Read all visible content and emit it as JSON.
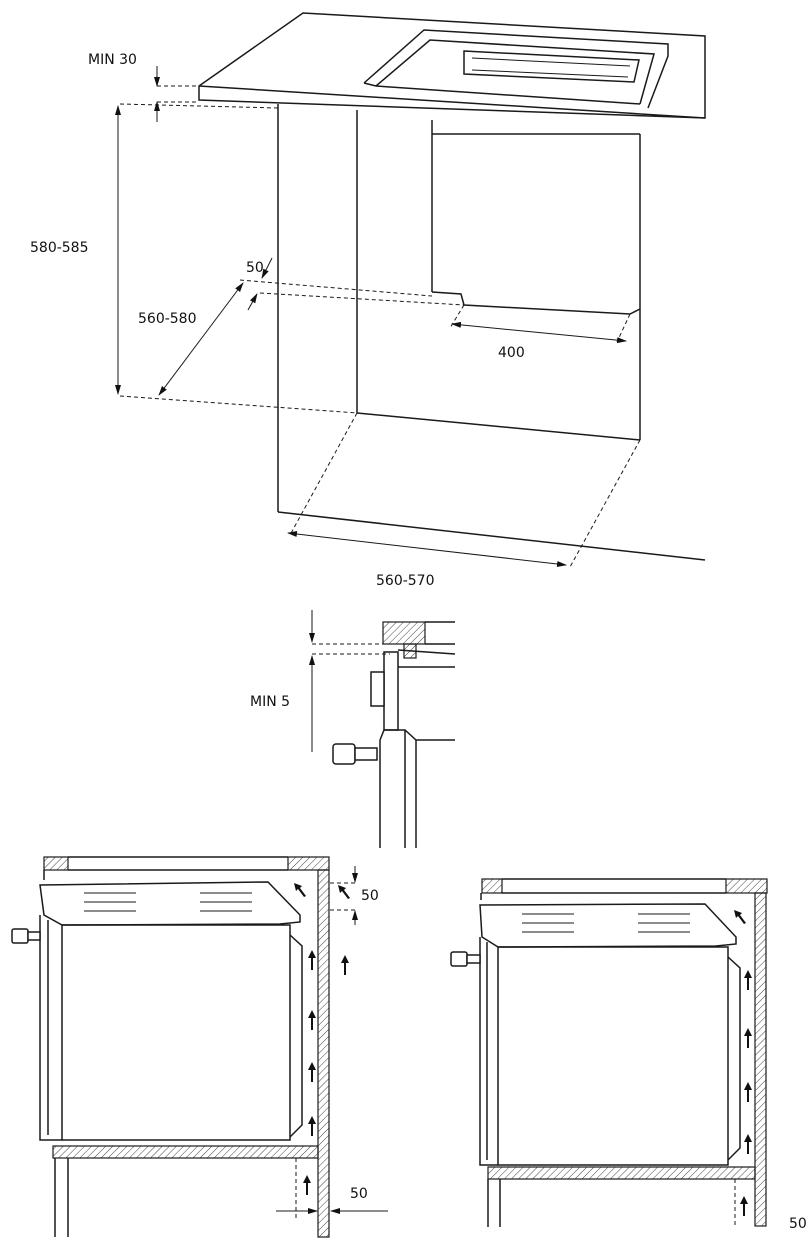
{
  "top_view": {
    "dim_min_30": "MIN 30",
    "dim_height": "580-585",
    "dim_rear_gap": "50",
    "dim_depth": "560-580",
    "dim_back_opening": "400",
    "dim_width": "560-570"
  },
  "detail_view": {
    "dim_min_5": "MIN 5"
  },
  "side_views": {
    "dim_top_vent": "50",
    "dim_bottom_vent": "50",
    "dim_right_corner": "50"
  }
}
